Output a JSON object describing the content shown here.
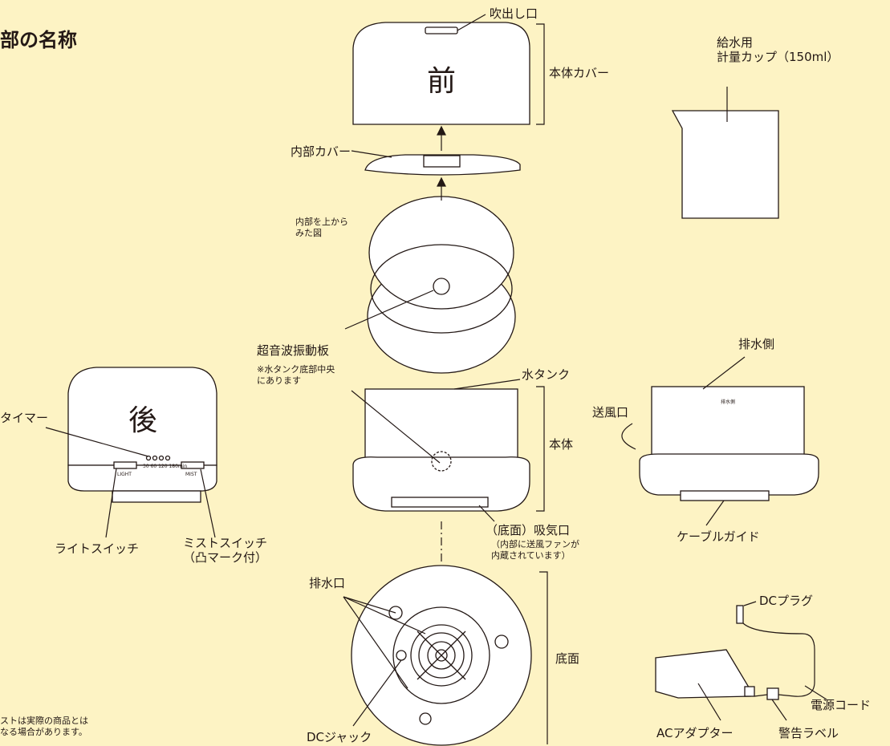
{
  "title": "部の名称",
  "labels": {
    "outlet": "吹出し口",
    "front": "前",
    "body_cover": "本体カバー",
    "measuring_cup": "給水用\n計量カップ（150ml）",
    "inner_cover": "内部カバー",
    "inner_view": "内部を上から\nみた図",
    "transducer": "超音波振動板",
    "transducer_note": "※水タンク底部中央\nにあります",
    "water_tank": "水タンク",
    "body": "本体",
    "back": "後",
    "timer": "タイマー",
    "light_switch": "ライトスイッチ",
    "mist_switch": "ミストスイッチ\n（凸マーク付）",
    "intake": "（底面）吸気口",
    "intake_note": "（内部に送風ファンが\n内蔵されています）",
    "drain_side": "排水側",
    "vent": "送風口",
    "cable_guide": "ケーブルガイド",
    "drain_port": "排水口",
    "bottom": "底面",
    "dc_jack": "DCジャック",
    "dc_plug": "DCプラグ",
    "power_cord": "電源コード",
    "ac_adapter": "ACアダプター",
    "warning_label": "警告ラベル",
    "footnote": "ストは実際の商品とは\nなる場合があります。",
    "panel_timer": "30  60  120  180min",
    "panel_light": "LIGHT",
    "panel_mist": "MIST",
    "drain_mark": "排水側"
  },
  "colors": {
    "background": "#fdf3c4",
    "line": "#231815",
    "fill": "#ffffff"
  }
}
